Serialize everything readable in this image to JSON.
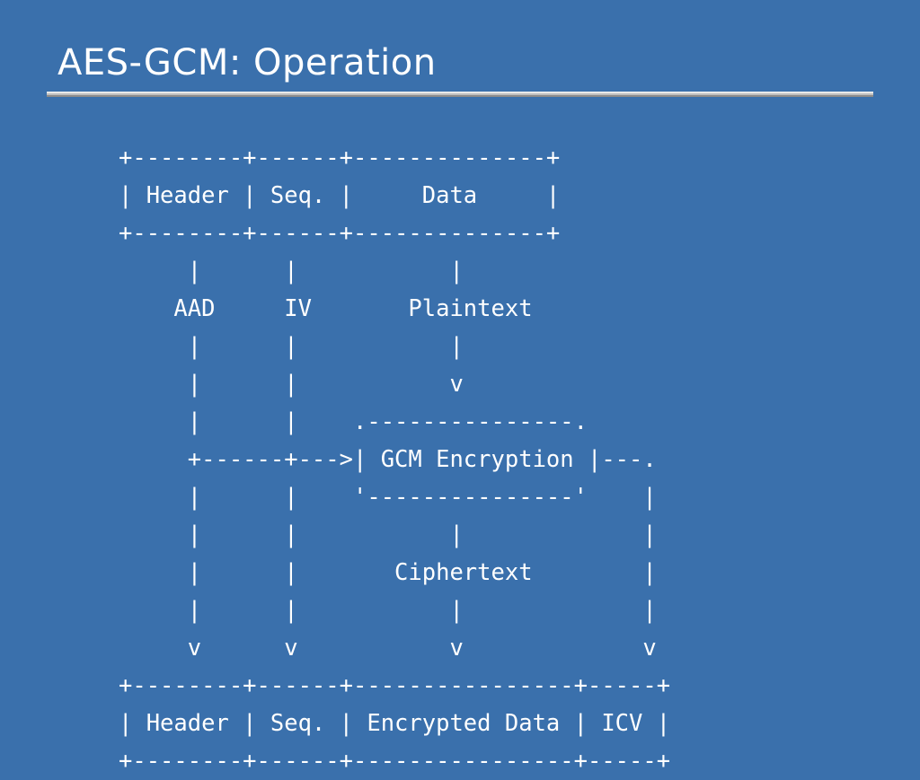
{
  "slide": {
    "title": "AES-GCM: Operation",
    "background_color": "#3a70ac",
    "text_color": "#ffffff",
    "rule_color": "#bfbfbf"
  },
  "diagram": {
    "type": "ascii-art",
    "description": "AES-GCM packet transformation: an input frame of Header, Seq. and Data is fed as AAD, IV and Plaintext into GCM Encryption, producing Ciphertext and ICV, yielding an output frame of Header, Seq., Encrypted Data and ICV.",
    "input_frame": {
      "fields": [
        "Header",
        "Seq.",
        "Data"
      ],
      "field_widths": [
        8,
        6,
        14
      ]
    },
    "input_labels": [
      "AAD",
      "IV",
      "Plaintext"
    ],
    "process_box": {
      "label": "GCM Encryption",
      "corner_glyph": ".",
      "inbound_arrow": "+-------+->",
      "outbound_arrow": "---."
    },
    "output_labels": [
      "Ciphertext"
    ],
    "output_frame": {
      "fields": [
        "Header",
        "Seq.",
        "Encrypted Data",
        "ICV"
      ],
      "field_widths": [
        8,
        6,
        16,
        5
      ]
    },
    "art": "+--------+------+--------------+\n| Header | Seq. |     Data     |\n+--------+------+--------------+\n     |      |           |\n    AAD     IV       Plaintext\n     |      |           |\n     |      |           v\n     |      |    .---------------.\n     +------+--->| GCM Encryption |---.\n     |      |    '---------------'    |\n     |      |           |             |\n     |      |       Ciphertext        |\n     |      |           |             |\n     v      v           v             v\n+--------+------+----------------+-----+\n| Header | Seq. | Encrypted Data | ICV |\n+--------+------+----------------+-----+"
  }
}
